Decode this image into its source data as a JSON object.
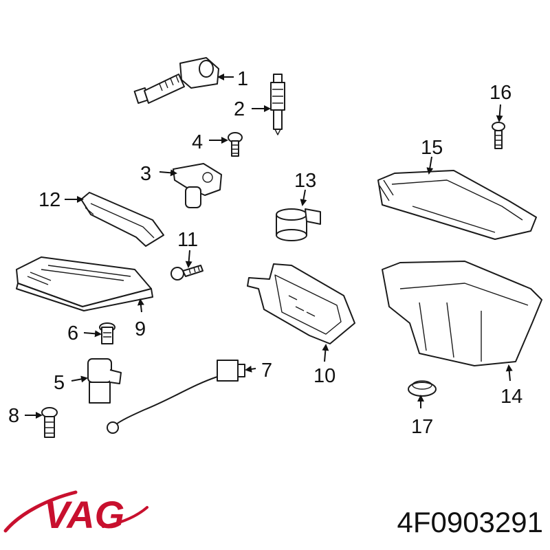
{
  "callouts": {
    "c1": "1",
    "c2": "2",
    "c3": "3",
    "c4": "4",
    "c5": "5",
    "c6": "6",
    "c7": "7",
    "c8": "8",
    "c9": "9",
    "c10": "10",
    "c11": "11",
    "c12": "12",
    "c13": "13",
    "c14": "14",
    "c15": "15",
    "c16": "16",
    "c17": "17"
  },
  "brand": {
    "logo_text": "VAG",
    "color": "#c8102e"
  },
  "part_number": "4F0903291"
}
